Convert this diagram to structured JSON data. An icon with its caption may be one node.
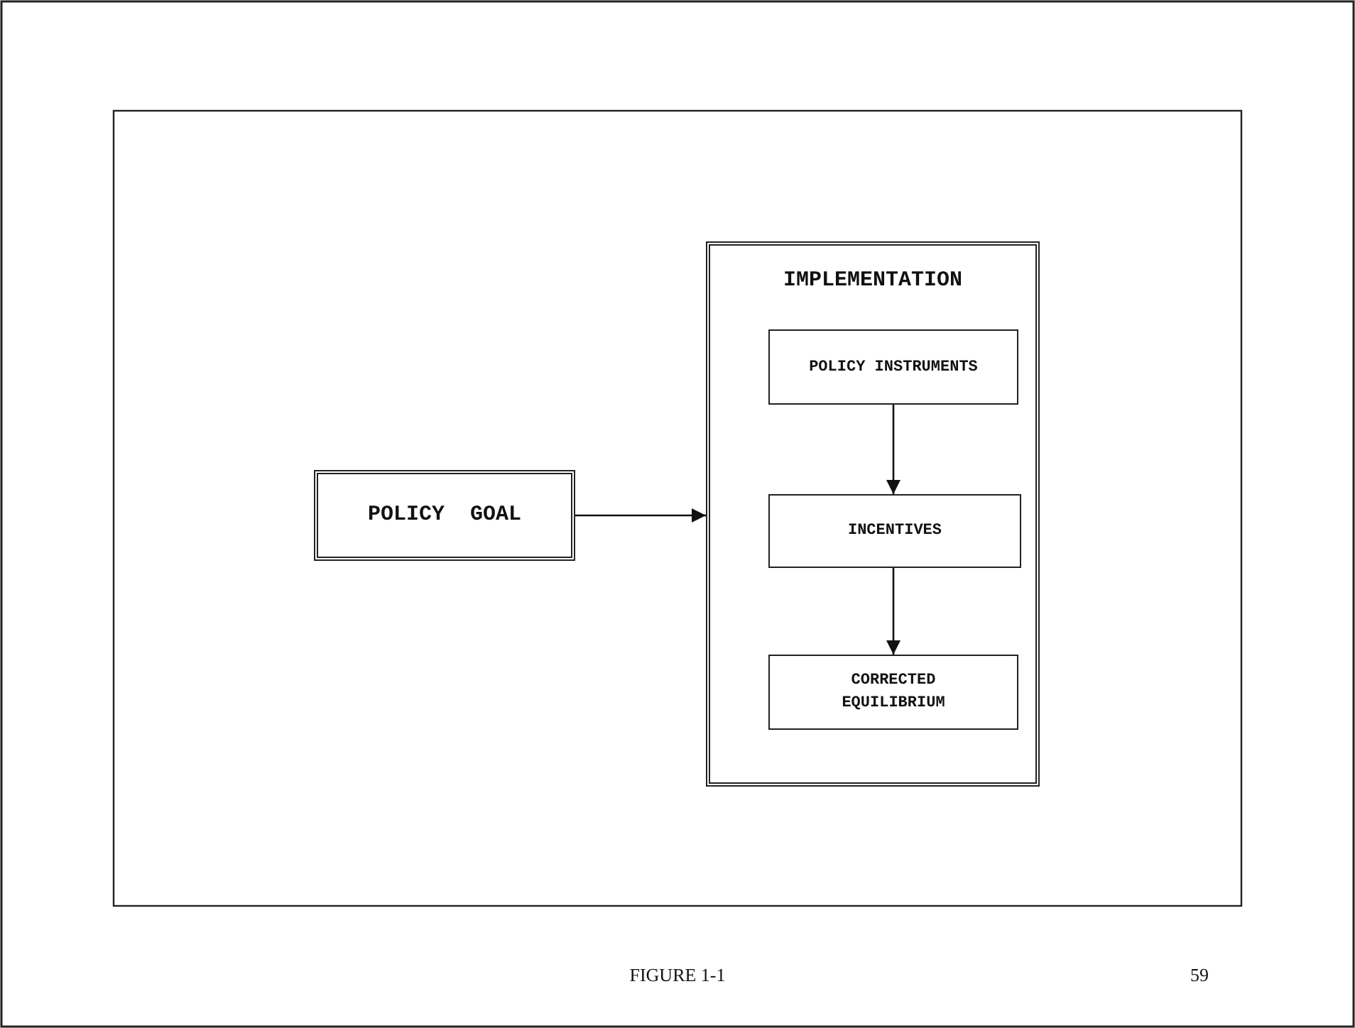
{
  "diagram": {
    "caption": "FIGURE 1-1",
    "nodes": [
      {
        "text": [
          "POLICY  GOAL"
        ]
      },
      {
        "text": [
          "IMPLEMENTATION"
        ]
      },
      {
        "text": [
          "POLICY INSTRUMENTS"
        ],
        "in": 1
      },
      {
        "text": [
          "INCENTIVES"
        ],
        "in": 1
      },
      {
        "text": [
          "CORRECTED EQUILIBRIUM"
        ],
        "in": 1
      }
    ],
    "edges": [
      {
        "from": 0,
        "to": 1,
        "arrow": "to"
      },
      {
        "from": 2,
        "to": 3,
        "arrow": "to"
      },
      {
        "from": 3,
        "to": 4,
        "arrow": "to"
      }
    ],
    "labels": [
      "59"
    ]
  }
}
